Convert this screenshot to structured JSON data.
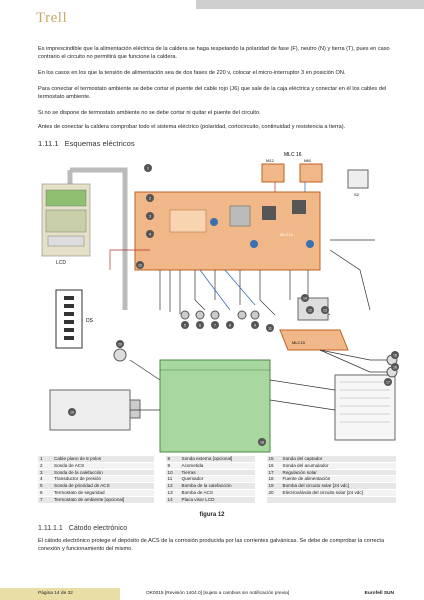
{
  "brand": "Trell",
  "paragraphs": [
    "Es imprescindible que la alimentación eléctrica de la caldera se haga respetando la polaridad de fase (F), neutro (N) y tierra (T), pues en caso contrario el circuito no permitirá que funcione la caldera.",
    "En los casos en los que la tensión de alimentación sea de dos fases de 220 v, colocar el micro-interruptor 3 en posición ON.",
    "Para conectar el termostato ambiente se debe cortar el puente del cable rojo (J6) que sale de la caja eléctrica y conectar en él los cables del termostato ambiente.",
    "Si no se dispone de termostato ambiente no se debe cortar ni quitar el puente del circuito.",
    "Antes de conectar la caldera comprobar todo el sistema eléctrico (polaridad, cortocircuito, continuidad y resistencia a tierra)."
  ],
  "section": {
    "number": "1.11.1",
    "title": "Esquemas eléctricos"
  },
  "diagram": {
    "board_label": "MLC 16",
    "connector_a": "M/12",
    "connector_b": "M60",
    "small_label": "S2",
    "lcd_label": "LCD",
    "ds_label": "DS",
    "solar_label": "MLC15",
    "numbers": [
      "1",
      "2",
      "3",
      "4",
      "5",
      "6",
      "7",
      "8",
      "9",
      "10",
      "11",
      "12",
      "13",
      "14",
      "15",
      "16",
      "17",
      "18",
      "19",
      "20"
    ]
  },
  "legend": [
    [
      [
        "1",
        "Cable plano de 8 polos"
      ],
      [
        "8",
        "Sonda externa [opcional]"
      ],
      [
        "15",
        "Sonda del captador"
      ]
    ],
    [
      [
        "2",
        "Sonda de ACS"
      ],
      [
        "9",
        "Acometida"
      ],
      [
        "16",
        "Sonda del acumulador"
      ]
    ],
    [
      [
        "3",
        "Sonda de la calefacción"
      ],
      [
        "10",
        "Tierras"
      ],
      [
        "17",
        "Regulación solar"
      ]
    ],
    [
      [
        "4",
        "Transductor de presión"
      ],
      [
        "11",
        "Quemador"
      ],
      [
        "18",
        "Fuente de alimentación"
      ]
    ],
    [
      [
        "5",
        "Sonda de prioridad de ACS"
      ],
      [
        "12",
        "Bomba de la calefacción"
      ],
      [
        "19",
        "Bomba del circuito solar [24 vdc]"
      ]
    ],
    [
      [
        "6",
        "Termostato de seguridad"
      ],
      [
        "13",
        "Bomba de ACS"
      ],
      [
        "20",
        "Electroválvula del circuito solar [24 vdc]"
      ]
    ],
    [
      [
        "7",
        "Termostato de ambiente [opcional]"
      ],
      [
        "14",
        "Placa visor LCD"
      ],
      [
        "",
        ""
      ]
    ]
  ],
  "figure_caption": "figura 12",
  "subsection": {
    "number": "1.11.1.1",
    "title": "Cátodo electrónico"
  },
  "subsection_text": "El cátodo electrónico protege el depósito de ACS de la corrosión producida por las corrientes galvánicas. Se debe de comprobar la correcta conexión y funcionamiento del mismo.",
  "footer": {
    "page": "Página 14 de 32",
    "doc": "OK0015 [Revisión 1404.0] [sujeto a cambios sin notificación previa]",
    "product": "Eurofell SUN"
  }
}
